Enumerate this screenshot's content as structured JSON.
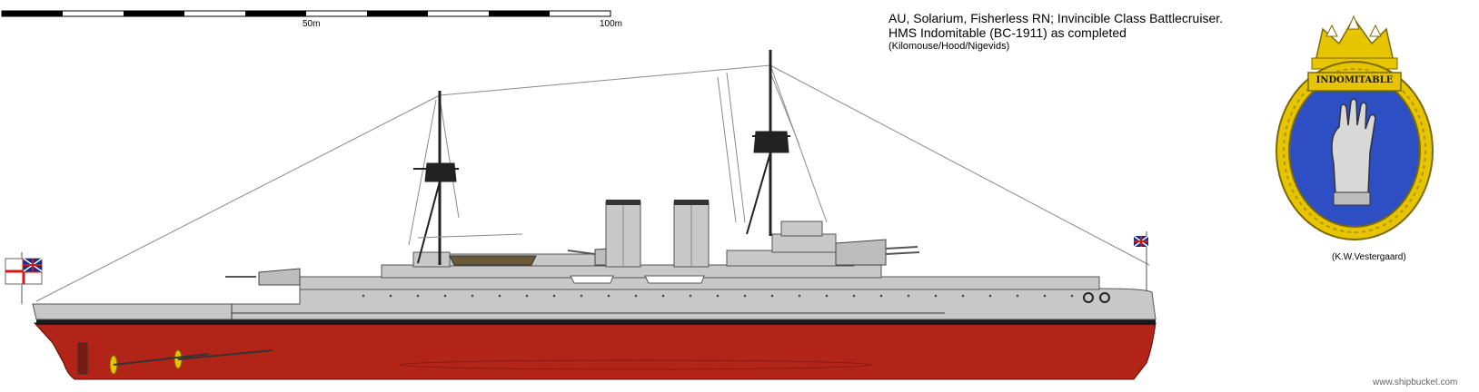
{
  "scale_bar": {
    "labels": [
      "50m",
      "100m"
    ]
  },
  "title": {
    "line1": "AU, Solarium, Fisherless RN; Invincible Class Battlecruiser.",
    "line2": "HMS Indomitable (BC-1911) as completed",
    "credits": "(Kilomouse/Hood/Nigevids)"
  },
  "badge": {
    "name": "INDOMITABLE",
    "credit": "(K.W.Vestergaard)"
  },
  "watermark": "www.shipbucket.com",
  "colors": {
    "hull_upper": "#c8c8c8",
    "hull_lower": "#b22418",
    "boot_topping": "#1a1a1a",
    "badge_field": "#2e4fc4",
    "badge_rope": "#e6c400",
    "crown": "#e6c400"
  }
}
